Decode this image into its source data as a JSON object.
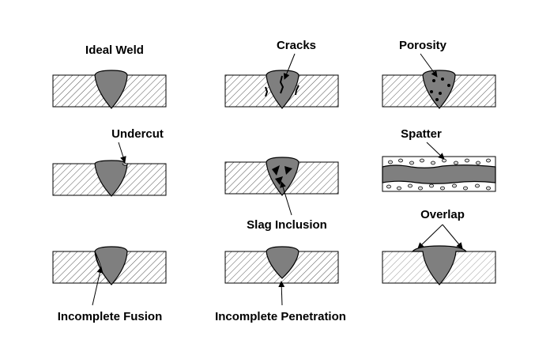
{
  "labels": {
    "ideal_weld": "Ideal Weld",
    "cracks": "Cracks",
    "porosity": "Porosity",
    "undercut": "Undercut",
    "spatter": "Spatter",
    "slag_inclusion": "Slag Inclusion",
    "overlap": "Overlap",
    "incomplete_fusion": "Incomplete Fusion",
    "incomplete_penetration": "Incomplete Penetration"
  },
  "colors": {
    "weld_fill": "#7f7f7f",
    "hatch_line": "#555555",
    "outline": "#000000",
    "background": "#ffffff"
  }
}
